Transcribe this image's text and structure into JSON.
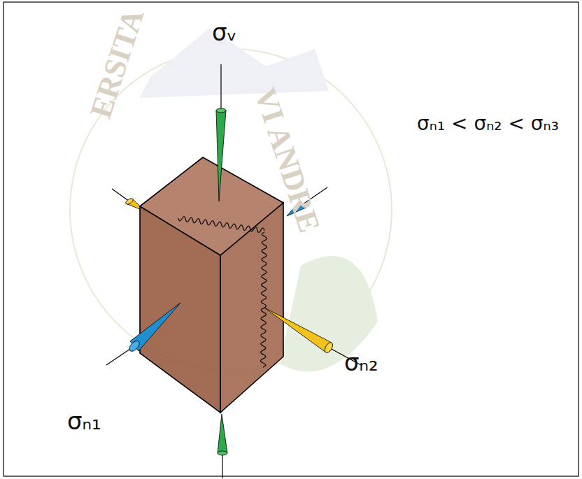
{
  "diagram": {
    "labels": [
      "σᵥ",
      "σₙ₁",
      "σₙ₂",
      "σₙ₁ < σₙ₂ < σₙ₃",
      "ERSITA",
      "VI ANDRE"
    ]
  }
}
